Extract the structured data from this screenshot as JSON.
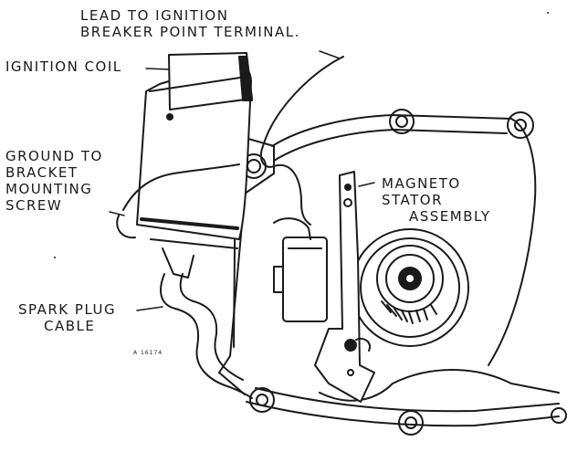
{
  "figure": {
    "labels": {
      "lead_line1": "LEAD TO IGNITION",
      "lead_line2": "BREAKER POINT TERMINAL.",
      "ignition_coil": "IGNITION COIL",
      "ground_line1": "GROUND TO",
      "ground_line2": "BRACKET",
      "ground_line3": "MOUNTING",
      "ground_line4": "SCREW",
      "magneto_line1": "MAGNETO",
      "magneto_line2": "STATOR",
      "magneto_line3": "ASSEMBLY",
      "spark_line1": "SPARK PLUG",
      "spark_line2": "CABLE",
      "figure_code": "A 16174"
    },
    "colors": {
      "ink": "#1a1a1a",
      "paper": "#ffffff"
    }
  }
}
